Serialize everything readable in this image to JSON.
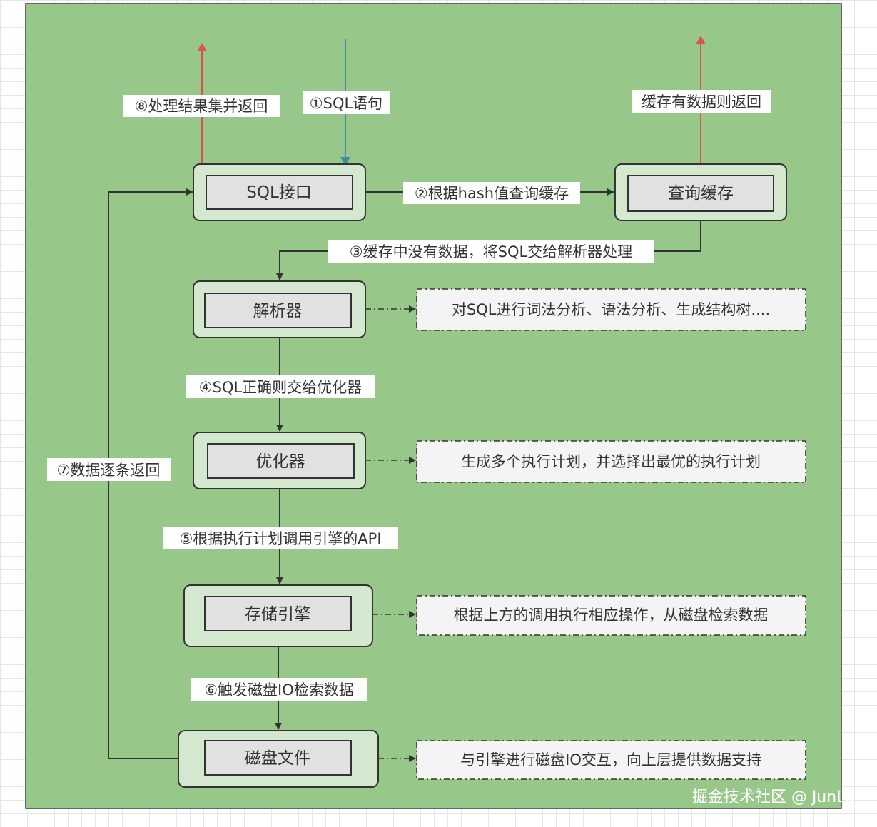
{
  "colors": {
    "canvas_bg": "#98c78a",
    "outer_box": "#d4e8cf",
    "inner_box": "#e1e1e1",
    "line": "#333333",
    "return_arrow": "#d9534f",
    "input_arrow": "#3d8fa8"
  },
  "nodes": {
    "sql_interface": "SQL接口",
    "query_cache": "查询缓存",
    "parser": "解析器",
    "optimizer": "优化器",
    "storage_engine": "存储引擎",
    "disk_file": "磁盘文件"
  },
  "notes": {
    "parser": "对SQL进行词法分析、语法分析、生成结构树....",
    "optimizer": "生成多个执行计划，并选择出最优的执行计划",
    "storage_engine": "根据上方的调用执行相应操作，从磁盘检索数据",
    "disk_file": "与引擎进行磁盘IO交互，向上层提供数据支持"
  },
  "edges": {
    "step1": "①SQL语句",
    "step2": "②根据hash值查询缓存",
    "step3": "③缓存中没有数据，将SQL交给解析器处理",
    "step4": "④SQL正确则交给优化器",
    "step5": "⑤根据执行计划调用引擎的API",
    "step6": "⑥触发磁盘IO检索数据",
    "step7": "⑦数据逐条返回",
    "step8": "⑧处理结果集并返回",
    "cache_hit": "缓存有数据则返回"
  },
  "watermark": "掘金技术社区 @ JunLa"
}
